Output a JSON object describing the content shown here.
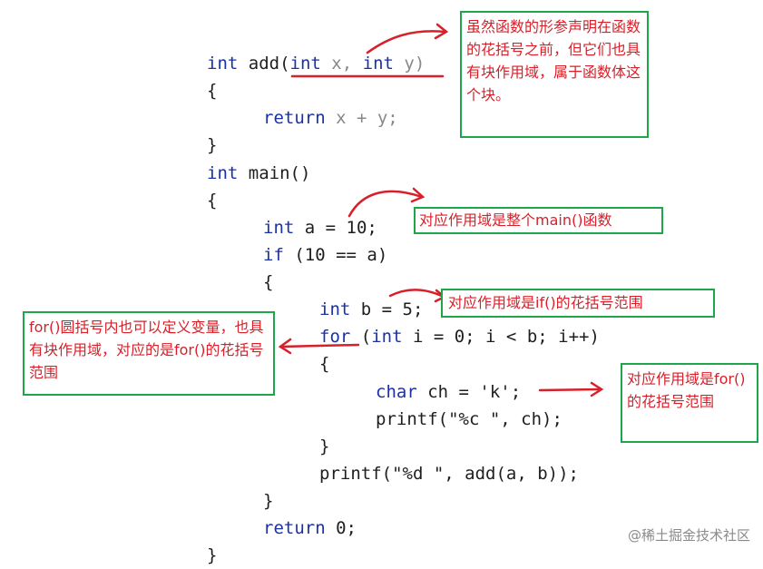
{
  "code_lines": [
    {
      "id": "l1",
      "parts": [
        {
          "t": "int",
          "k": true
        },
        {
          "t": " add("
        },
        {
          "t": "int",
          "k": true
        },
        {
          "t": " x, ",
          "g": true
        },
        {
          "t": "int",
          "k": true
        },
        {
          "t": " y)",
          "g": true
        }
      ]
    },
    {
      "id": "l2",
      "parts": [
        {
          "t": "{"
        }
      ]
    },
    {
      "id": "l3",
      "parts": [
        {
          "t": "return",
          "k": true
        },
        {
          "t": " x + y;",
          "g": true
        }
      ]
    },
    {
      "id": "l4",
      "parts": [
        {
          "t": "}"
        }
      ]
    },
    {
      "id": "l5",
      "parts": [
        {
          "t": "int",
          "k": true
        },
        {
          "t": " main()"
        }
      ]
    },
    {
      "id": "l6",
      "parts": [
        {
          "t": "{"
        }
      ]
    },
    {
      "id": "l7",
      "parts": [
        {
          "t": "int",
          "k": true
        },
        {
          "t": " a = 10;"
        }
      ]
    },
    {
      "id": "l8",
      "parts": [
        {
          "t": "if",
          "k": true
        },
        {
          "t": " (10 == a)"
        }
      ]
    },
    {
      "id": "l9",
      "parts": [
        {
          "t": "{"
        }
      ]
    },
    {
      "id": "l10",
      "parts": [
        {
          "t": "int",
          "k": true
        },
        {
          "t": " b = 5;"
        }
      ]
    },
    {
      "id": "l11",
      "parts": [
        {
          "t": "for",
          "k": true
        },
        {
          "t": " ("
        },
        {
          "t": "int",
          "k": true
        },
        {
          "t": " i = 0; i < b; i++)"
        }
      ]
    },
    {
      "id": "l12",
      "parts": [
        {
          "t": "{"
        }
      ]
    },
    {
      "id": "l13",
      "parts": [
        {
          "t": "char",
          "k": true
        },
        {
          "t": " ch = 'k';"
        }
      ]
    },
    {
      "id": "l14",
      "parts": [
        {
          "t": "printf(\"%c \", ch);"
        }
      ]
    },
    {
      "id": "l15",
      "parts": [
        {
          "t": "}"
        }
      ]
    },
    {
      "id": "l16",
      "parts": [
        {
          "t": "printf(\"%d \", add(a, b));"
        }
      ]
    },
    {
      "id": "l17",
      "parts": [
        {
          "t": "}"
        }
      ]
    },
    {
      "id": "l18",
      "parts": [
        {
          "t": "return",
          "k": true
        },
        {
          "t": " 0;"
        }
      ]
    },
    {
      "id": "l19",
      "parts": [
        {
          "t": "}"
        }
      ]
    }
  ],
  "notes": {
    "params": "虽然函数的形参声明在函数的花括号之前，但它们也具有块作用域，属于函数体这个块。",
    "main": "对应作用域是整个main()函数",
    "if": "对应作用域是if()的花括号范围",
    "for": "for()圆括号内也可以定义变量，也具有块作用域，对应的是for()的花括号范围",
    "char": "对应作用域是for()的花括号范围"
  },
  "watermark": "@稀土掘金技术社区",
  "colors": {
    "keyword": "#1a31a8",
    "note_text": "#d8202a",
    "note_border": "#1fa64a",
    "arrow": "#d8202a"
  }
}
